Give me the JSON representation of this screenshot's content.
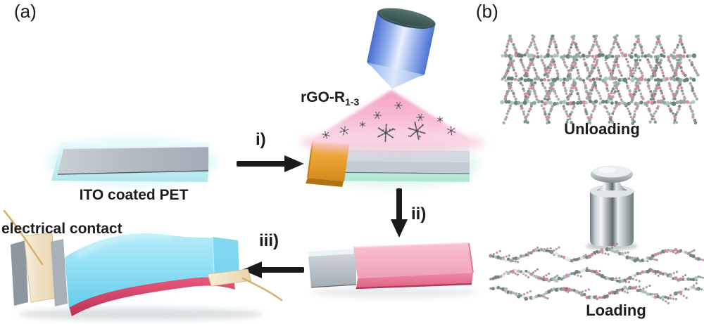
{
  "figure": {
    "panel_a_label": "(a)",
    "panel_b_label": "(b)",
    "step_i": "i)",
    "step_ii": "ii)",
    "step_iii": "iii)",
    "substrate_label": "ITO coated PET",
    "spray_material": "rGO-R",
    "spray_material_subscript": "1-3",
    "electrical_contact_label": "electrical contact",
    "unloading_label": "Unloading",
    "loading_label": "Loading"
  },
  "icons": {
    "spray_nozzle": "airbrush-nozzle-icon",
    "spray_particles": "molecule-star-glyphs",
    "calibration_weight": "chrome-weight-icon"
  },
  "colors": {
    "background": "#ffffff",
    "text": "#1c1c1c",
    "arrow_black": "#1a1a1a",
    "pet_cyan": "#c9eff3",
    "pet_mint": "#c6efe2",
    "ito_gray": "#b3bac2",
    "contact_orange": "#e69b2c",
    "spray_pink": "#f6aecb",
    "nozzle_blue": "#6d92e3",
    "nozzle_top": "#3c5456",
    "device_pink": "#f2a4ba",
    "device_pink_dark": "#d64f72",
    "film_blue": "#8adcf4",
    "film_red": "#d94368",
    "pad_beige": "#f3e6c9",
    "wire_gold": "#d8b26d",
    "weight_silver": "#b9c1c5",
    "molecule_gray": "#8fa19d",
    "molecule_pink": "#d77f97",
    "particle_dark": "#4b4f5c"
  }
}
